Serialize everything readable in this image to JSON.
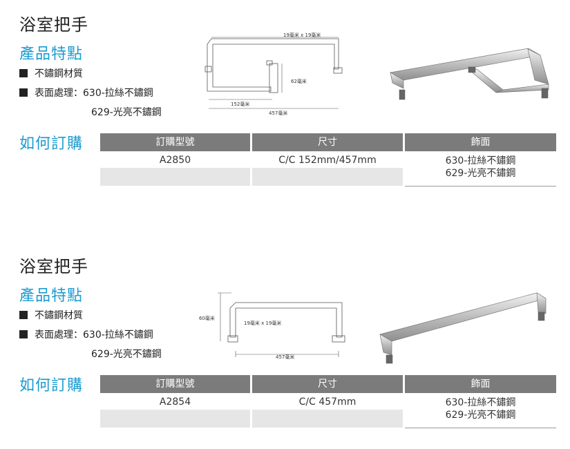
{
  "products": [
    {
      "title": "浴室把手",
      "features_heading": "產品特點",
      "material": "不鏽鋼材質",
      "finish_label": "表面處理：",
      "finish_1": "630-拉絲不鏽鋼",
      "finish_2": "629-光亮不鏽鋼",
      "order_heading": "如何訂購",
      "headers": [
        "訂購型號",
        "尺寸",
        "飾面"
      ],
      "model": "A2850",
      "size": "C/C 152mm/457mm",
      "finishes": [
        "630-拉絲不鏽鋼",
        "629-光亮不鏽鋼"
      ],
      "dims": {
        "section": "19毫米 x 19毫米",
        "height": "62毫米",
        "short_cc": "152毫米",
        "long_cc": "457毫米"
      }
    },
    {
      "title": "浴室把手",
      "features_heading": "產品特點",
      "material": "不鏽鋼材質",
      "finish_label": "表面處理：",
      "finish_1": "630-拉絲不鏽鋼",
      "finish_2": "629-光亮不鏽鋼",
      "order_heading": "如何訂購",
      "headers": [
        "訂購型號",
        "尺寸",
        "飾面"
      ],
      "model": "A2854",
      "size": "C/C 457mm",
      "finishes": [
        "630-拉絲不鏽鋼",
        "629-光亮不鏽鋼"
      ],
      "dims": {
        "section": "19毫米 x 19毫米",
        "height": "60毫米",
        "long_cc": "457毫米"
      }
    }
  ]
}
